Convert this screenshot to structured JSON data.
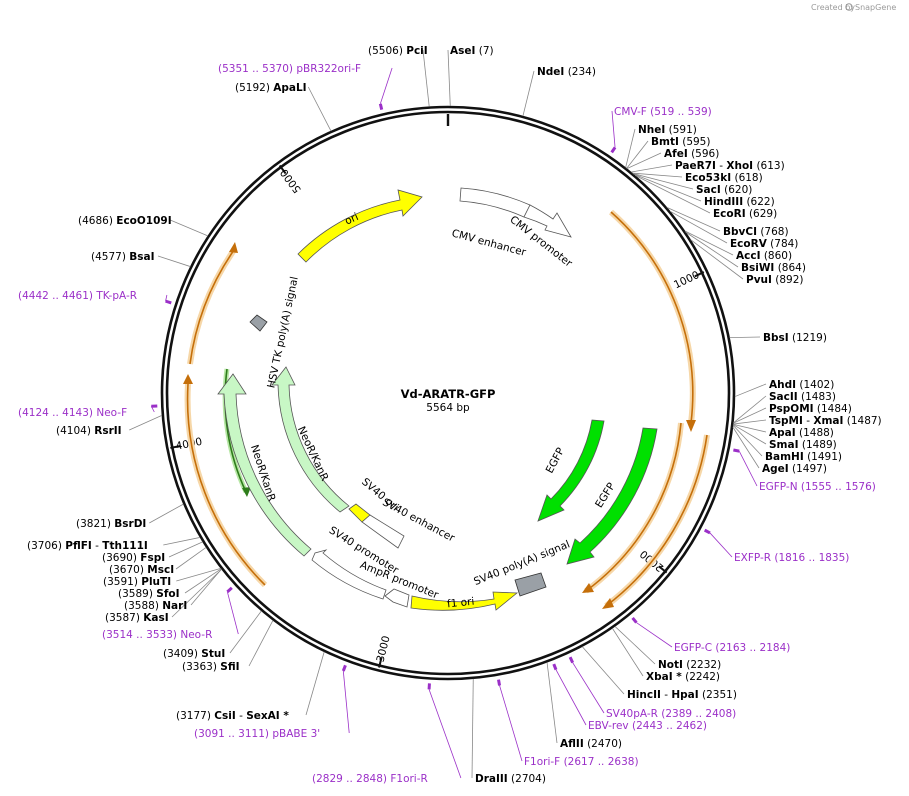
{
  "header": {
    "created_by": "Created by",
    "brand": "SnapGene"
  },
  "plasmid": {
    "name": "Vd-ARATR-GFP",
    "length_label": "5564 bp",
    "length": 5564
  },
  "ticks": [
    "1000",
    "2000",
    "3000",
    "4000",
    "5000"
  ],
  "sites": [
    {
      "name": "PciI",
      "pos": "(5506)",
      "bp": 5506
    },
    {
      "name": "AseI",
      "pos": "(7)",
      "bp": 7
    },
    {
      "name": "NdeI",
      "pos": "(234)",
      "bp": 234
    },
    {
      "name": "NheI",
      "pos": "(591)",
      "bp": 591
    },
    {
      "name": "BmtI",
      "pos": "(595)",
      "bp": 595
    },
    {
      "name": "AfeI",
      "pos": "(596)",
      "bp": 596
    },
    {
      "name": "PaeR7I",
      "name2": "XhoI",
      "pos": "(613)",
      "bp": 613
    },
    {
      "name": "Eco53kI",
      "pos": "(618)",
      "bp": 618
    },
    {
      "name": "SacI",
      "pos": "(620)",
      "bp": 620
    },
    {
      "name": "HindIII",
      "pos": "(622)",
      "bp": 622
    },
    {
      "name": "EcoRI",
      "pos": "(629)",
      "bp": 629
    },
    {
      "name": "BbvCI",
      "pos": "(768)",
      "bp": 768
    },
    {
      "name": "EcoRV",
      "pos": "(784)",
      "bp": 784
    },
    {
      "name": "AccI",
      "pos": "(860)",
      "bp": 860
    },
    {
      "name": "BsiWI",
      "pos": "(864)",
      "bp": 864
    },
    {
      "name": "PvuI",
      "pos": "(892)",
      "bp": 892
    },
    {
      "name": "BbsI",
      "pos": "(1219)",
      "bp": 1219
    },
    {
      "name": "AhdI",
      "pos": "(1402)",
      "bp": 1402
    },
    {
      "name": "SacII",
      "pos": "(1483)",
      "bp": 1483
    },
    {
      "name": "PspOMI",
      "pos": "(1484)",
      "bp": 1484
    },
    {
      "name": "TspMI",
      "name2": "XmaI",
      "pos": "(1487)",
      "bp": 1487
    },
    {
      "name": "ApaI",
      "pos": "(1488)",
      "bp": 1488
    },
    {
      "name": "SmaI",
      "pos": "(1489)",
      "bp": 1489
    },
    {
      "name": "BamHI",
      "pos": "(1491)",
      "bp": 1491
    },
    {
      "name": "AgeI",
      "pos": "(1497)",
      "bp": 1497
    },
    {
      "name": "NotI",
      "pos": "(2232)",
      "bp": 2232
    },
    {
      "name": "XbaI *",
      "pos": "(2242)",
      "bp": 2242
    },
    {
      "name": "HincII",
      "name2": "HpaI",
      "pos": "(2351)",
      "bp": 2351
    },
    {
      "name": "AflII",
      "pos": "(2470)",
      "bp": 2470
    },
    {
      "name": "DraIII",
      "pos": "(2704)",
      "bp": 2704
    },
    {
      "name": "CsiI",
      "name2": "SexAI *",
      "pos": "(3177)",
      "bp": 3177
    },
    {
      "name": "SfiI",
      "pos": "(3363)",
      "bp": 3363
    },
    {
      "name": "StuI",
      "pos": "(3409)",
      "bp": 3409
    },
    {
      "name": "KasI",
      "pos": "(3587)",
      "bp": 3587
    },
    {
      "name": "NarI",
      "pos": "(3588)",
      "bp": 3588
    },
    {
      "name": "SfoI",
      "pos": "(3589)",
      "bp": 3589
    },
    {
      "name": "PluTI",
      "pos": "(3591)",
      "bp": 3591
    },
    {
      "name": "MscI",
      "pos": "(3670)",
      "bp": 3670
    },
    {
      "name": "FspI",
      "pos": "(3690)",
      "bp": 3690
    },
    {
      "name": "PflFI",
      "name2": "Tth111I",
      "pos": "(3706)",
      "bp": 3706
    },
    {
      "name": "BsrDI",
      "pos": "(3821)",
      "bp": 3821
    },
    {
      "name": "RsrII",
      "pos": "(4104)",
      "bp": 4104
    },
    {
      "name": "BsaI",
      "pos": "(4577)",
      "bp": 4577
    },
    {
      "name": "EcoO109I",
      "pos": "(4686)",
      "bp": 4686
    },
    {
      "name": "ApaLI",
      "pos": "(5192)",
      "bp": 5192
    }
  ],
  "primers": [
    {
      "name": "CMV-F",
      "range": "(519 .. 539)",
      "start": 519,
      "end": 539
    },
    {
      "name": "EGFP-N",
      "range": "(1555 .. 1576)",
      "start": 1555,
      "end": 1576
    },
    {
      "name": "EXFP-R",
      "range": "(1816 .. 1835)",
      "start": 1816,
      "end": 1835
    },
    {
      "name": "EGFP-C",
      "range": "(2163 .. 2184)",
      "start": 2163,
      "end": 2184
    },
    {
      "name": "SV40pA-R",
      "range": "(2389 .. 2408)",
      "start": 2389,
      "end": 2408
    },
    {
      "name": "EBV-rev",
      "range": "(2443 .. 2462)",
      "start": 2443,
      "end": 2462
    },
    {
      "name": "F1ori-F",
      "range": "(2617 .. 2638)",
      "start": 2617,
      "end": 2638
    },
    {
      "name": "F1ori-R",
      "range": "(2829 .. 2848)",
      "start": 2829,
      "end": 2848
    },
    {
      "name": "pBABE 3'",
      "range": "(3091 .. 3111)",
      "start": 3091,
      "end": 3111
    },
    {
      "name": "Neo-R",
      "range": "(3514 .. 3533)",
      "start": 3514,
      "end": 3533
    },
    {
      "name": "Neo-F",
      "range": "(4124 .. 4143)",
      "start": 4124,
      "end": 4143
    },
    {
      "name": "TK-pA-R",
      "range": "(4442 .. 4461)",
      "start": 4442,
      "end": 4461
    },
    {
      "name": "pBR322ori-F",
      "range": "(5351 .. 5370)",
      "start": 5351,
      "end": 5370
    }
  ],
  "features": [
    {
      "name": "CMV enhancer",
      "type": "white"
    },
    {
      "name": "CMV promoter",
      "type": "white"
    },
    {
      "name": "EGFP",
      "type": "green"
    },
    {
      "name": "EGFP",
      "type": "green"
    },
    {
      "name": "SV40 poly(A) signal",
      "type": "gray"
    },
    {
      "name": "f1 ori",
      "type": "yellow"
    },
    {
      "name": "AmpR promoter",
      "type": "white"
    },
    {
      "name": "SV40 promoter",
      "type": "white"
    },
    {
      "name": "SV40 ori",
      "type": "yellow"
    },
    {
      "name": "SV40 enhancer",
      "type": "white"
    },
    {
      "name": "NeoR/KanR",
      "type": "lightgreen"
    },
    {
      "name": "NeoR/KanR",
      "type": "lightgreen"
    },
    {
      "name": "HSV TK poly(A) signal",
      "type": "gray"
    },
    {
      "name": "ori",
      "type": "yellow"
    }
  ],
  "colors": {
    "primer": "#9b30c8",
    "orf": "#f2a12e",
    "egfp": "#00e000",
    "neo": "#c8f7c5",
    "ori": "#ffff00",
    "poly": "#9aa0a6"
  }
}
